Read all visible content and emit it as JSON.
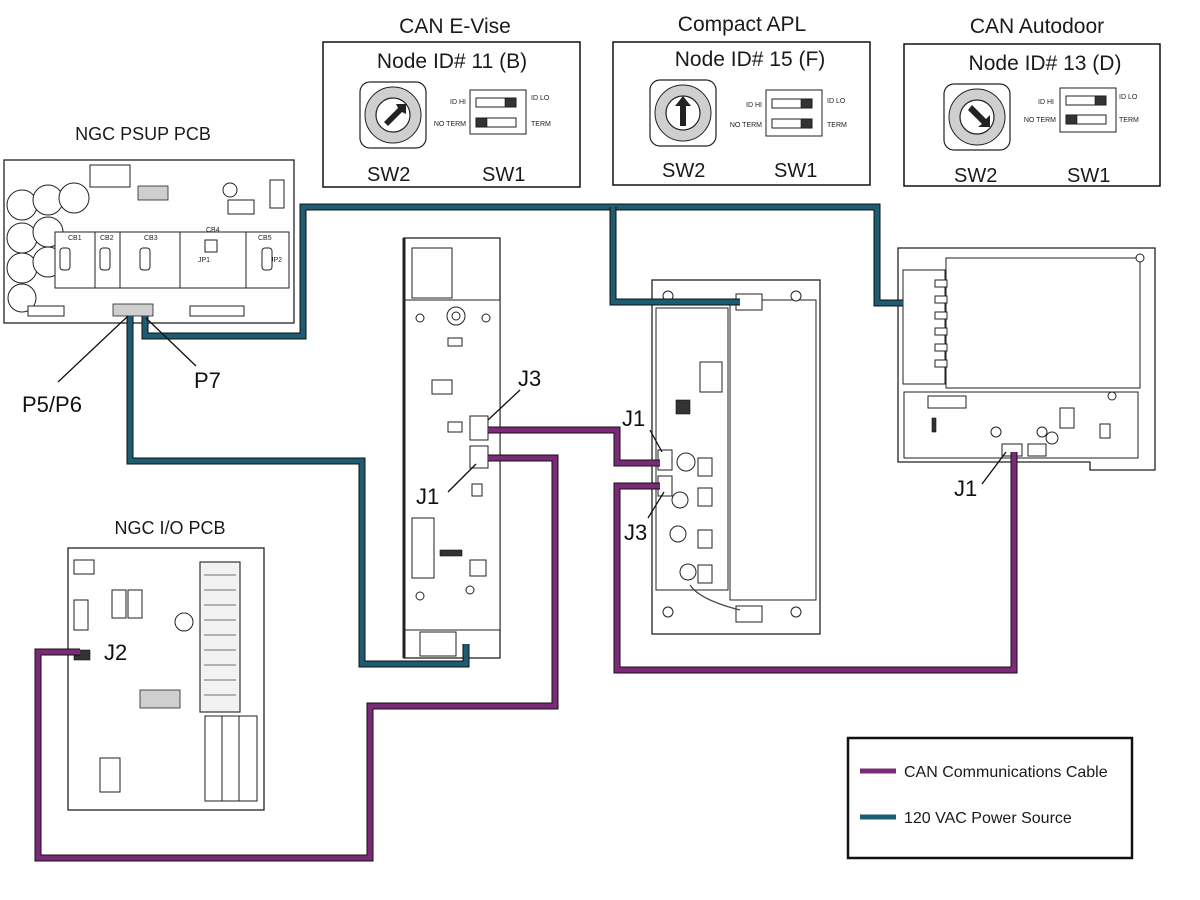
{
  "boards": {
    "psup": {
      "title": "NGC PSUP PCB",
      "cb_labels": [
        "CB1",
        "CB2",
        "CB3",
        "CB4",
        "CB5"
      ],
      "jp_labels": [
        "JP1",
        "JP2"
      ]
    },
    "io": {
      "title": "NGC I/O PCB"
    }
  },
  "nodes": {
    "evise": {
      "title": "CAN E-Vise",
      "node_id": "Node ID# 11 (B)",
      "sw2": "SW2",
      "sw1": "SW1"
    },
    "apl": {
      "title": "Compact APL",
      "node_id": "Node ID# 15 (F)",
      "sw2": "SW2",
      "sw1": "SW1"
    },
    "autodoor": {
      "title": "CAN Autodoor",
      "node_id": "Node ID# 13 (D)",
      "sw2": "SW2",
      "sw1": "SW1"
    }
  },
  "dip": {
    "id_hi": "ID HI",
    "id_lo": "ID LO",
    "no_term": "NO TERM",
    "term": "TERM"
  },
  "connectors": {
    "p5p6": "P5/P6",
    "p7": "P7",
    "j2": "J2",
    "evise_j3": "J3",
    "evise_j1": "J1",
    "apl_j1": "J1",
    "apl_j3": "J3",
    "autodoor_j1": "J1"
  },
  "legend": {
    "can": {
      "label": "CAN Communications Cable",
      "color": "#7b2a7a"
    },
    "power": {
      "label": "120 VAC Power Source",
      "color": "#1e5c72"
    }
  }
}
